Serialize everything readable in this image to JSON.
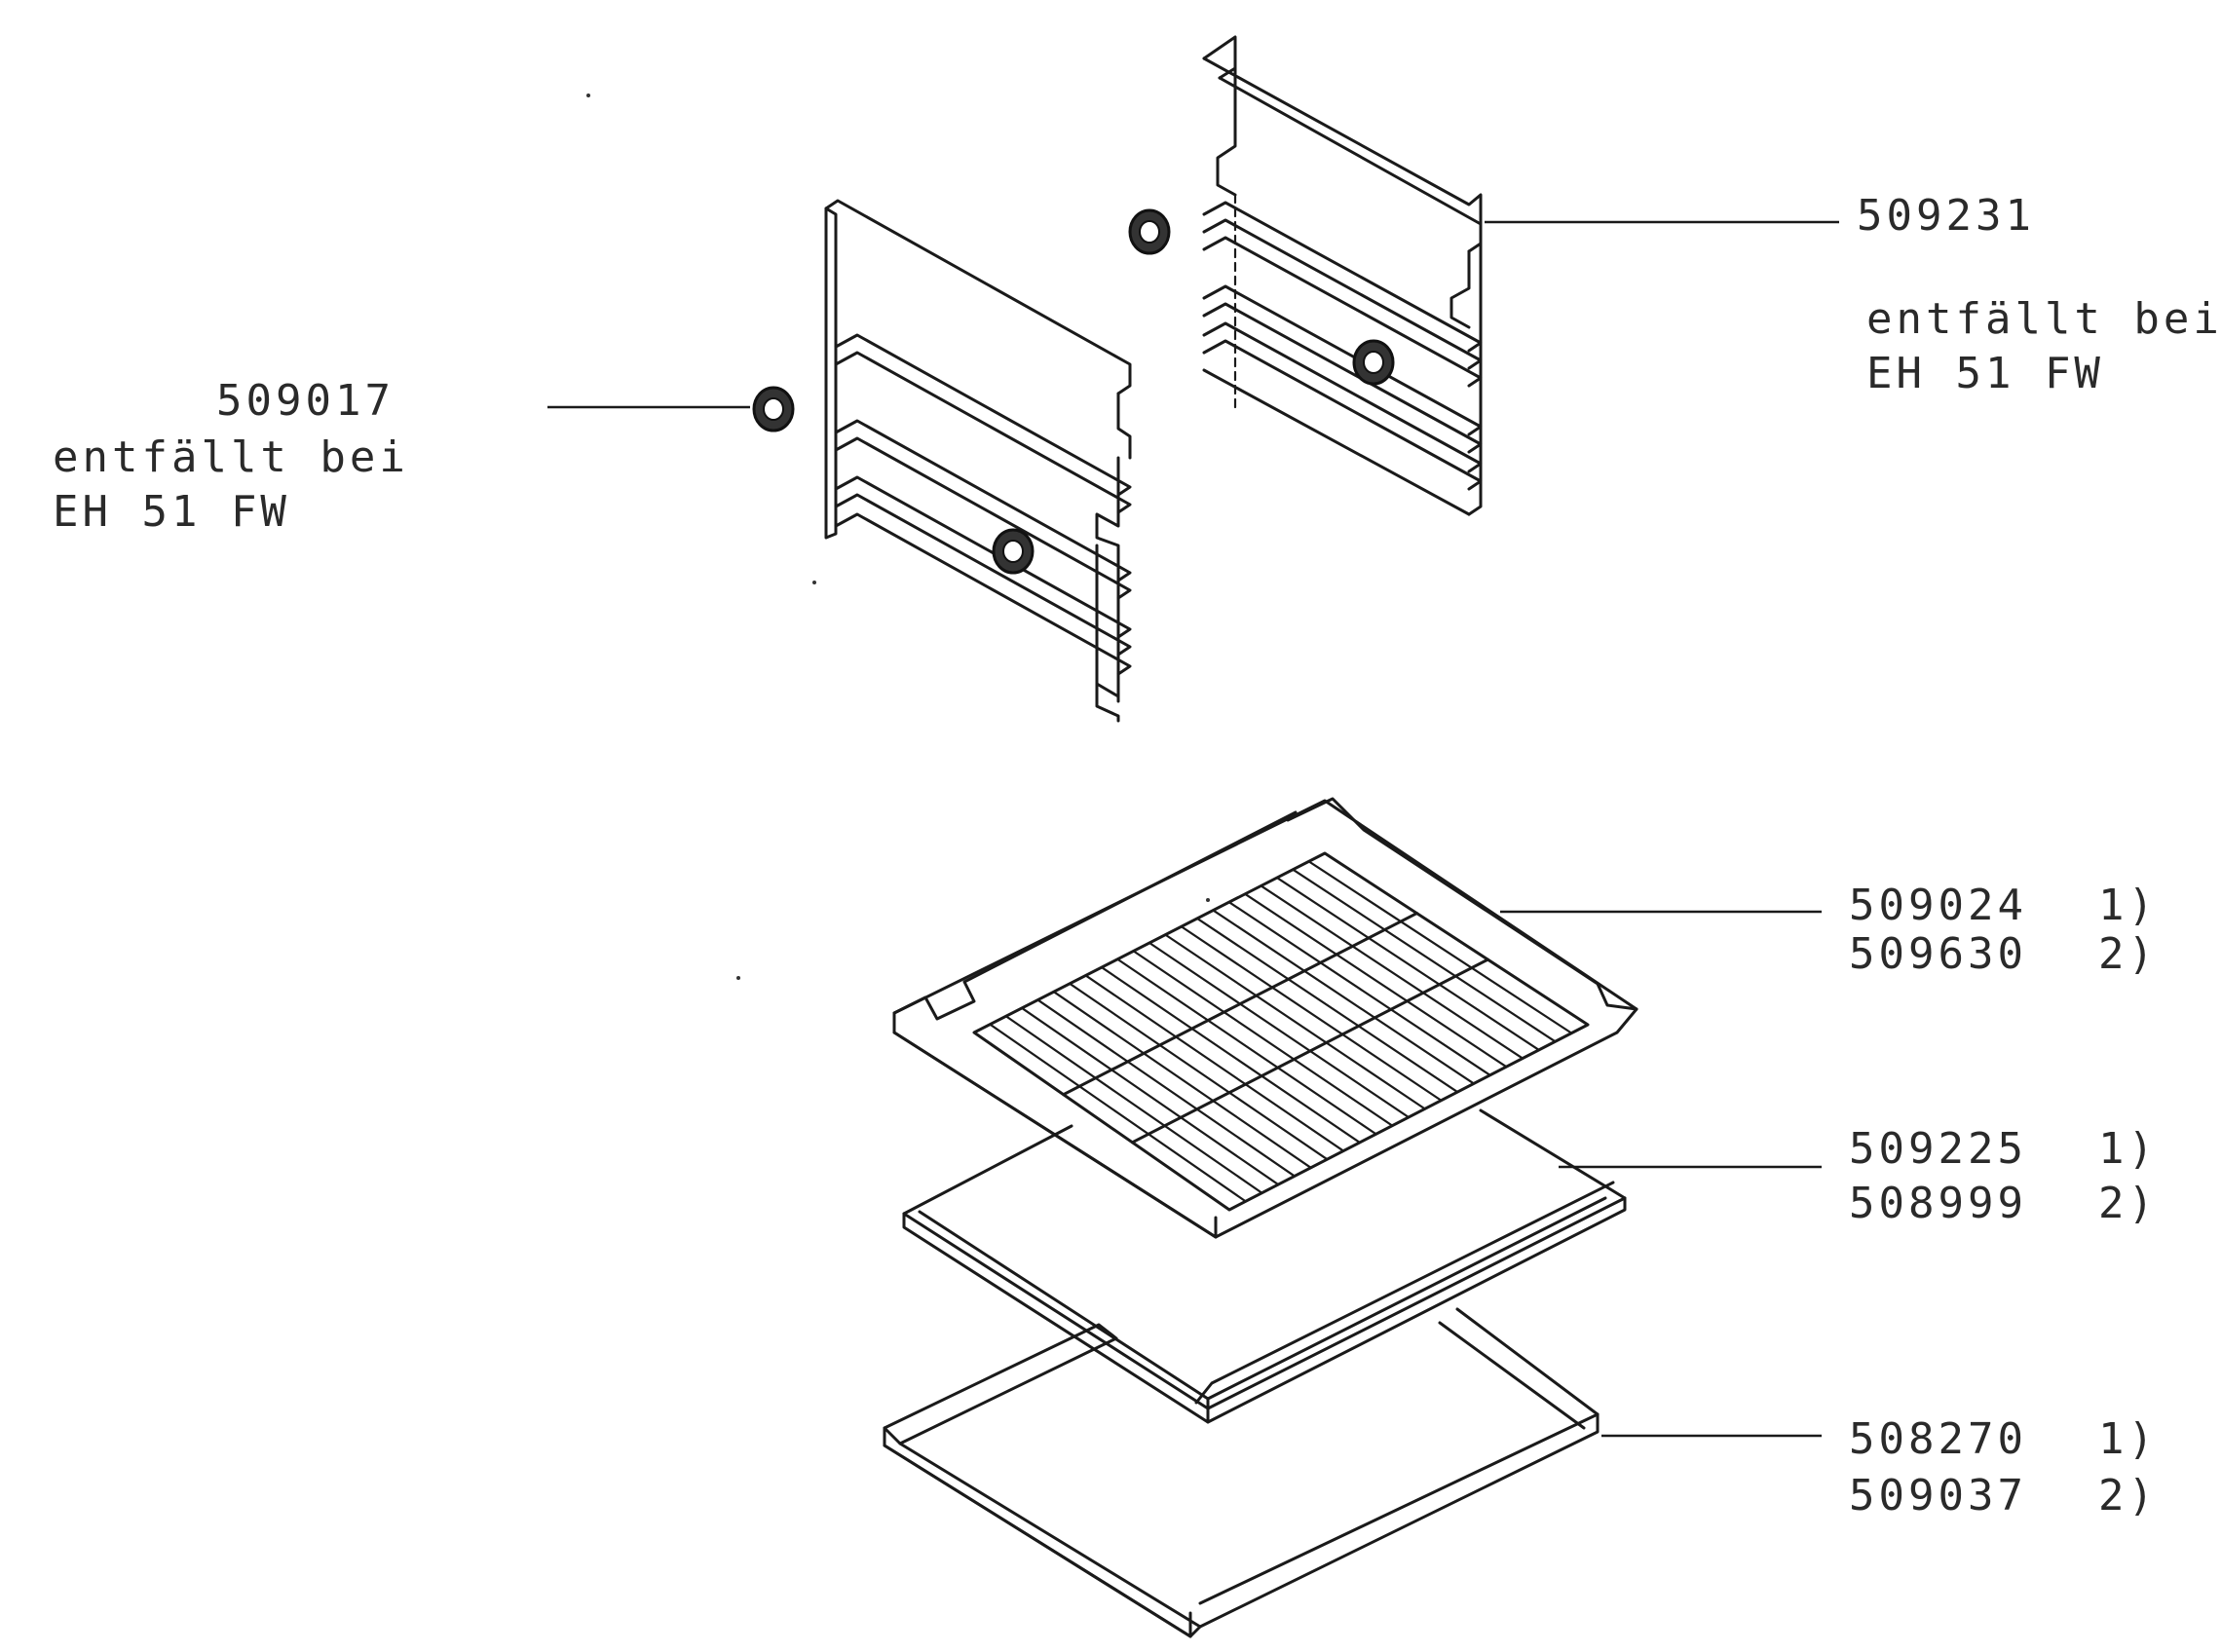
{
  "parts": {
    "right_rack": {
      "part_no": "509231",
      "note_line1": "entfällt bei",
      "note_line2": "EH 51 FW"
    },
    "left_nut": {
      "part_no": "509017",
      "note_line1": "entfällt bei",
      "note_line2": "EH 51 FW"
    },
    "grill_rack": {
      "part_no_1": "509024",
      "variant_1": "1)",
      "part_no_2": "509630",
      "variant_2": "2)"
    },
    "baking_tray": {
      "part_no_1": "509225",
      "variant_1": "1)",
      "part_no_2": "508999",
      "variant_2": "2)"
    },
    "drip_pan": {
      "part_no_1": "508270",
      "variant_1": "1)",
      "part_no_2": "509037",
      "variant_2": "2)"
    }
  }
}
